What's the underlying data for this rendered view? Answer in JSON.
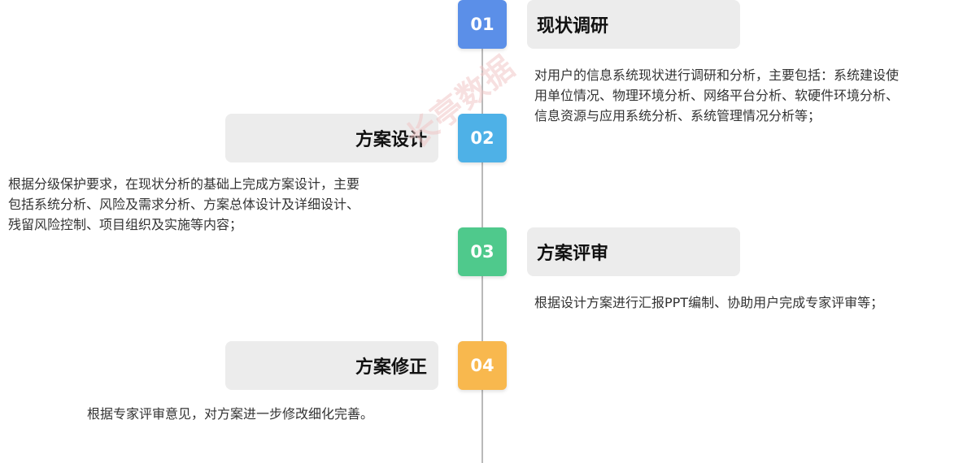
{
  "steps": [
    {
      "number": "01",
      "title": "现状调研",
      "color": "#5b8fe8",
      "side": "right",
      "lines": [
        "对用户的信息系统现状进行调研和分析，主要包括：系统建设使",
        "用单位情况、物理环境分析、网络平台分析、软硬件环境分析、",
        "信息资源与应用系统分析、系统管理情况分析等；"
      ]
    },
    {
      "number": "02",
      "title": "方案设计",
      "color": "#4eb1e7",
      "side": "left",
      "lines": [
        "根据分级保护要求，在现状分析的基础上完成方案设计，主要",
        "包括系统分析、风险及需求分析、方案总体设计及详细设计、",
        "残留风险控制、项目组织及实施等内容；"
      ]
    },
    {
      "number": "03",
      "title": "方案评审",
      "color": "#4fc98c",
      "side": "right",
      "lines": [
        "根据设计方案进行汇报PPT编制、协助用户完成专家评审等；"
      ]
    },
    {
      "number": "04",
      "title": "方案修正",
      "color": "#f8b84e",
      "side": "left",
      "lines": [
        "根据专家评审意见，对方案进一步修改细化完善。"
      ]
    }
  ],
  "watermark": "长亭数据"
}
